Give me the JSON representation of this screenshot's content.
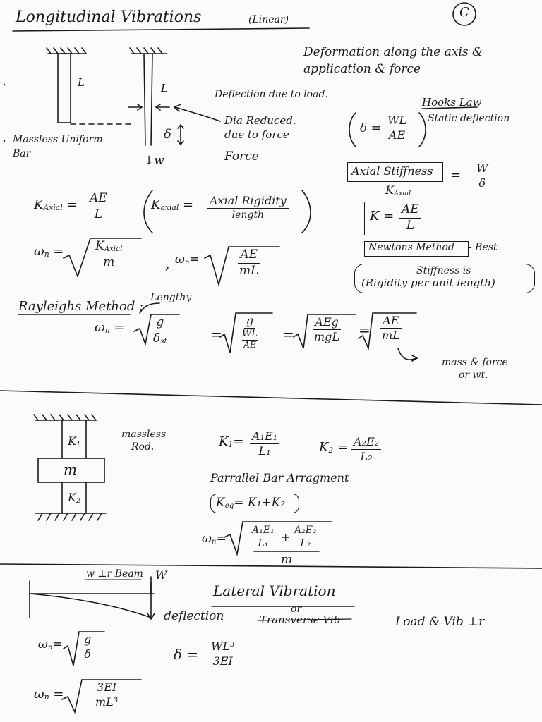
{
  "header": {
    "title": "Longitudinal Vibrations",
    "title_note": "(Linear)",
    "corner_mark": "C"
  },
  "section1": {
    "deformation_line1": "Deformation along the axis &",
    "deformation_line2": "application & force",
    "label_L1": "L",
    "label_L2": "L",
    "massless_line1": "Massless Uniform",
    "massless_line2": "Bar",
    "deflection_due_load": "Deflection due to load.",
    "dia_reduced_line1": "Dia Reduced.",
    "dia_reduced_line2": "due to force",
    "delta_symbol": "δ",
    "force_label": "Force",
    "load_w": "↓w",
    "hookes_law": "Hooks Law",
    "delta_eq_lhs": "δ =",
    "delta_num": "WL",
    "delta_den": "AE",
    "static_deflection": "Static deflection",
    "axial_stiffness": "Axial Stiffness",
    "axial_stiffness_den": "K",
    "axial_stiffness_den_sub": "Axial",
    "w_over_delta_num": "W",
    "w_over_delta_den": "δ",
    "k_axial_lhs": "K",
    "k_axial_lhs_sub": "Axial",
    "k_axial_num": "AE",
    "k_axial_den": "L",
    "k_axial_paren_lhs": "K",
    "k_axial_paren_sub": "axial",
    "k_axial_paren_num": "Axial Rigidity",
    "k_axial_paren_den": "length",
    "k_box_lhs": "K =",
    "k_box_num": "AE",
    "k_box_den": "L",
    "newtons_method": "Newtons Method",
    "best": "- Best",
    "stiffness_is": "Stiffness is",
    "rigidity_per_unit": "(Rigidity per unit length)",
    "wn1_lhs": "ω",
    "wn1_sub": "n",
    "wn1_eq": "=",
    "wn1_num": "K",
    "wn1_num_sub": "Axial",
    "wn1_den": "m",
    "comma": ",",
    "wn2_lhs": "ω",
    "wn2_sub": "n",
    "wn2_eq": "=",
    "wn2_num": "AE",
    "wn2_den": "mL",
    "rayleigh": "Rayleighs Method :",
    "rayleigh_note": "- Lengthy",
    "wn3_lhs": "ω",
    "wn3_sub": "n",
    "wn3_eq": "=",
    "wn3_num": "g",
    "wn3_den": "δ",
    "wn3_den_sub": "st",
    "eq_a": "=",
    "wn4_num": "g",
    "wn4_den_num": "WL",
    "wn4_den_den": "AE",
    "eq_b": "=",
    "wn5_num": "AEg",
    "wn5_den": "mgL",
    "eq_c": "=",
    "wn6_num": "AE",
    "wn6_den": "mL",
    "mass_force_line1": "mass & force",
    "mass_force_line2": "or wt."
  },
  "section2": {
    "k1_label": "K",
    "k1_sub": "1",
    "m_label": "m",
    "k2_label": "K",
    "k2_sub": "2",
    "massless_line1": "massless",
    "massless_line2": "Rod.",
    "k1_eq_lhs": "K",
    "k1_eq_sub": "1",
    "k1_eq": "=",
    "k1_num": "A₁E₁",
    "k1_den": "L₁",
    "k2_eq_lhs": "K",
    "k2_eq_sub": "2",
    "k2_eq": "=",
    "k2_num": "A₂E₂",
    "k2_den": "L₂",
    "parallel": "Parrallel Bar Arragment",
    "keq": "K",
    "keq_sub": "eq",
    "keq_rhs": "= K₁+K₂",
    "wn_lhs": "ω",
    "wn_sub": "n",
    "wn_eq": "=",
    "wn_t1_num": "A₁E₁",
    "wn_t1_den": "L₁",
    "wn_plus": "+",
    "wn_t2_num": "A₂E₂",
    "wn_t2_den": "L₂",
    "wn_den": "m"
  },
  "section3": {
    "w_perp_beam": "w ⊥r Beam",
    "w_label": "W",
    "deflection": "deflection",
    "lateral_title": "Lateral Vibration",
    "or": "or",
    "transverse": "Transverse Vib",
    "load_vib": "Load & Vib ⊥r",
    "wn1_lhs": "ω",
    "wn1_sub": "n",
    "wn1_eq": "=",
    "wn1_num": "g",
    "wn1_den": "δ",
    "delta_lhs": "δ =",
    "delta_num": "WL³",
    "delta_den": "3EI",
    "wn2_lhs": "ω",
    "wn2_sub": "n",
    "wn2_eq": "=",
    "wn2_num": "3EI",
    "wn2_den": "mL³"
  }
}
